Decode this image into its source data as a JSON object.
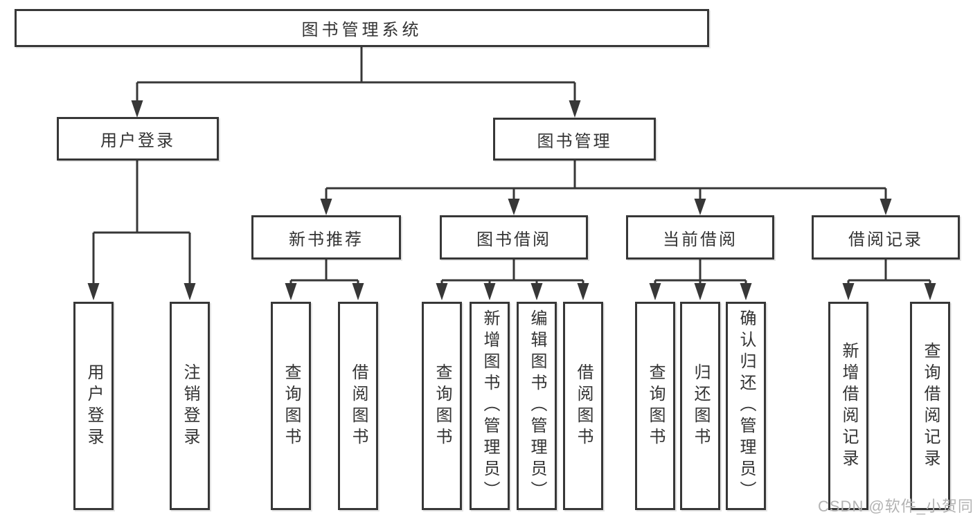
{
  "diagram": {
    "root": {
      "label": "图书管理系统"
    },
    "branches": [
      {
        "label": "用户登录",
        "leaves": [
          {
            "label": "用户登录"
          },
          {
            "label": "注销登录"
          }
        ]
      },
      {
        "label": "图书管理",
        "groups": [
          {
            "label": "新书推荐",
            "leaves": [
              {
                "label": "查询图书"
              },
              {
                "label": "借阅图书"
              }
            ]
          },
          {
            "label": "图书借阅",
            "leaves": [
              {
                "label": "查询图书"
              },
              {
                "label": "新增图书（管理员）"
              },
              {
                "label": "编辑图书（管理员）"
              },
              {
                "label": "借阅图书"
              }
            ]
          },
          {
            "label": "当前借阅",
            "leaves": [
              {
                "label": "查询图书"
              },
              {
                "label": "归还图书"
              },
              {
                "label": "确认归还（管理员）"
              }
            ]
          },
          {
            "label": "借阅记录",
            "leaves": [
              {
                "label": "新增借阅记录"
              },
              {
                "label": "查询借阅记录"
              }
            ]
          }
        ]
      }
    ],
    "colors": {
      "line": "#373737",
      "box_border": "#373737",
      "box_fill": "#ffffff",
      "text": "#333333",
      "watermark": "#b3b3b3"
    },
    "watermark": "CSDN @软件_小贺同学"
  }
}
